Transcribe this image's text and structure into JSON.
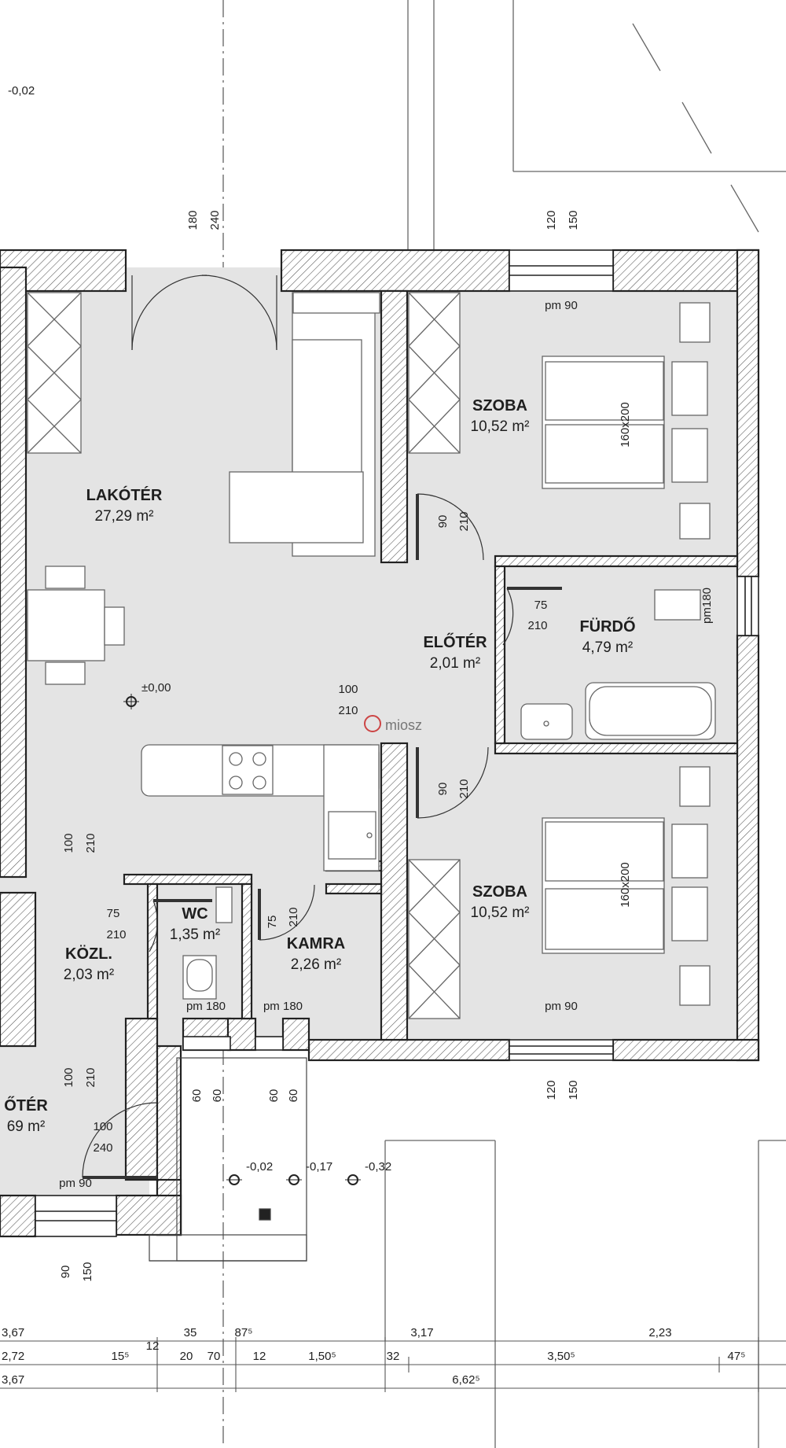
{
  "rooms": {
    "lakoter": {
      "name": "LAKÓTÉR",
      "area": "27,29 m²"
    },
    "szoba_top": {
      "name": "SZOBA",
      "area": "10,52 m²"
    },
    "eloter": {
      "name": "ELŐTÉR",
      "area": "2,01 m²"
    },
    "furdo": {
      "name": "FÜRDŐ",
      "area": "4,79 m²"
    },
    "szoba_bottom": {
      "name": "SZOBA",
      "area": "10,52 m²"
    },
    "wc": {
      "name": "WC",
      "area": "1,35 m²"
    },
    "kamra": {
      "name": "KAMRA",
      "area": "2,26 m²"
    },
    "kozl": {
      "name": "KÖZL.",
      "area": "2,03 m²"
    },
    "eloter_left": {
      "name": "ŐTÉR",
      "area": "69 m²"
    }
  },
  "beds": {
    "size": "160x200"
  },
  "levels": {
    "top_left": "-0,02",
    "center": "±0,00",
    "entry_a": "-0,02",
    "entry_b": "-0,17",
    "entry_c": "-0,32"
  },
  "openings": {
    "top_door_w": "180",
    "top_door_h": "240",
    "top_win_w": "120",
    "top_win_h": "150",
    "top_win_sill": "pm 90",
    "room1_door_w": "90",
    "room1_door_h": "210",
    "bath_door_w": "75",
    "bath_door_h": "210",
    "bath_win_sill": "pm180",
    "hall_door_w": "100",
    "hall_door_h": "210",
    "room2_door_w": "90",
    "room2_door_h": "210",
    "kozl_door_w": "100",
    "kozl_door_h": "210",
    "wc_door_w": "75",
    "wc_door_h": "210",
    "kamra_door_w": "75",
    "kamra_door_h": "210",
    "wc_win_sill": "pm 180",
    "kamra_win_sill": "pm 180",
    "bottom_win_sill": "pm 90",
    "bottom_win_w": "120",
    "bottom_win_h": "150",
    "entry_door_w": "100",
    "entry_door_h": "210",
    "front_door_w": "100",
    "front_door_h": "240",
    "left_win_sill": "pm 90",
    "left_win_w": "90",
    "left_win_h": "150",
    "porch_60_a": "60",
    "porch_60_b": "60",
    "porch_60_c": "60",
    "porch_60_d": "60"
  },
  "dimensions": {
    "row1": [
      "3,67",
      "35",
      "87⁵",
      "3,17",
      "2,23"
    ],
    "row2": [
      "2,72",
      "15⁵",
      "12",
      "20",
      "70",
      "12",
      "1,50⁵",
      "32",
      "3,50⁵",
      "47⁵"
    ],
    "row3": [
      "3,67",
      "6,62⁵"
    ]
  },
  "watermark": "miosz"
}
